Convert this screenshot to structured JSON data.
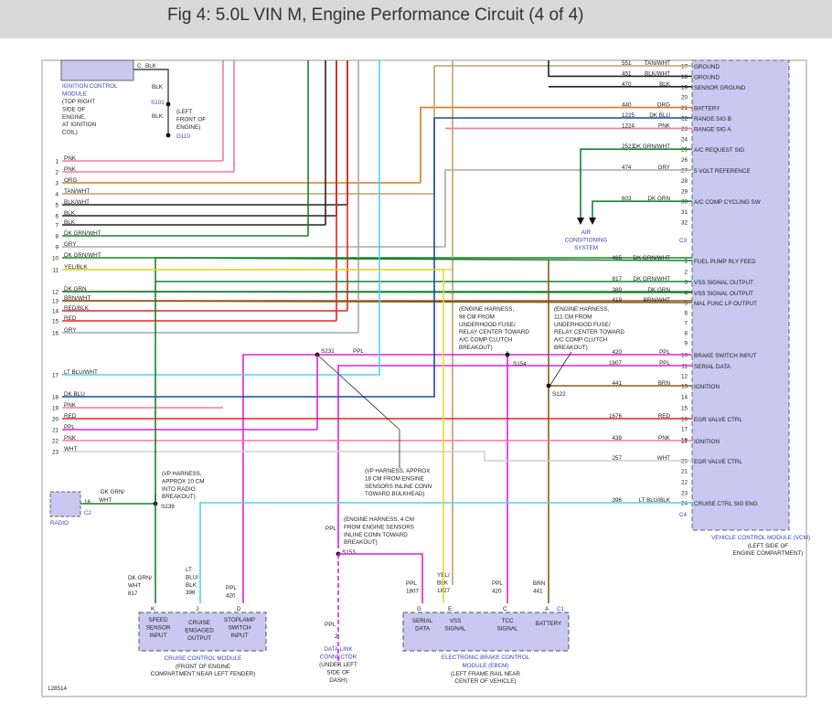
{
  "title": "Fig 4: 5.0L VIN M, Engine Performance Circuit (4 of 4)",
  "colors": {
    "pink": "#f07ca0",
    "orange": "#e07818",
    "tan": "#c0a070",
    "black": "#222222",
    "darkgreen": "#18822e",
    "gray": "#a8a8a8",
    "yellow": "#e8d830",
    "red": "#ee2020",
    "brown": "#8b5a1c",
    "blue": "#1c4a9c",
    "purple": "#e020e0",
    "cyan": "#48d8e8",
    "module": "#c8c8f0"
  },
  "left_pins": [
    {
      "n": "1",
      "c": "PNK"
    },
    {
      "n": "2",
      "c": "PNK"
    },
    {
      "n": "3",
      "c": "ORG"
    },
    {
      "n": "4",
      "c": "TAN/WHT"
    },
    {
      "n": "5",
      "c": "BLK/WHT"
    },
    {
      "n": "6",
      "c": "BLK"
    },
    {
      "n": "7",
      "c": "BLK"
    },
    {
      "n": "8",
      "c": "DK GRN/WHT"
    },
    {
      "n": "9",
      "c": "GRY"
    },
    {
      "n": "10",
      "c": "DK GRN/WHT"
    },
    {
      "n": "11",
      "c": "YEL/BLK"
    },
    {
      "n": "12",
      "c": "DK GRN"
    },
    {
      "n": "13",
      "c": "BRN/WHT"
    },
    {
      "n": "14",
      "c": "RED/BLK"
    },
    {
      "n": "15",
      "c": "RED"
    },
    {
      "n": "16",
      "c": "GRY"
    },
    {
      "n": "17",
      "c": "LT BLU/WHT"
    },
    {
      "n": "18",
      "c": "DK BLU"
    },
    {
      "n": "19",
      "c": "PNK"
    },
    {
      "n": "20",
      "c": "RED"
    },
    {
      "n": "21",
      "c": "PPL"
    },
    {
      "n": "22",
      "c": "PNK"
    },
    {
      "n": "23",
      "c": "WHT"
    }
  ],
  "c3": [
    {
      "pin": "17",
      "circ": "551",
      "col": "TAN/WHT",
      "fn": "GROUND"
    },
    {
      "pin": "18",
      "circ": "451",
      "col": "BLK/WHT",
      "fn": "GROUND"
    },
    {
      "pin": "19",
      "circ": "470",
      "col": "BLK",
      "fn": "SENSOR GROUND"
    },
    {
      "pin": "20",
      "circ": "",
      "col": "",
      "fn": ""
    },
    {
      "pin": "21",
      "circ": "440",
      "col": "ORG",
      "fn": "BATTERY"
    },
    {
      "pin": "22",
      "circ": "1225",
      "col": "DK BLU",
      "fn": "RANGE SIG B"
    },
    {
      "pin": "23",
      "circ": "1224",
      "col": "PNK",
      "fn": "RANGE SIG A"
    },
    {
      "pin": "24",
      "circ": "",
      "col": "",
      "fn": ""
    },
    {
      "pin": "25",
      "circ": "2523",
      "col": "DK GRN/WHT",
      "fn": "A/C REQUEST SIG"
    },
    {
      "pin": "26",
      "circ": "",
      "col": "",
      "fn": ""
    },
    {
      "pin": "27",
      "circ": "474",
      "col": "GRY",
      "fn": "5 VOLT REFERENCE"
    },
    {
      "pin": "28",
      "circ": "",
      "col": "",
      "fn": ""
    },
    {
      "pin": "29",
      "circ": "",
      "col": "",
      "fn": ""
    },
    {
      "pin": "30",
      "circ": "603",
      "col": "DK GRN",
      "fn": "A/C COMP CYCLING SW"
    },
    {
      "pin": "31",
      "circ": "",
      "col": "",
      "fn": ""
    },
    {
      "pin": "32",
      "circ": "",
      "col": "",
      "fn": ""
    }
  ],
  "c4": [
    {
      "pin": "1",
      "circ": "465",
      "col": "DK GRN/WHT",
      "fn": "FUEL PUMP RLY FEED"
    },
    {
      "pin": "2",
      "circ": "",
      "col": "",
      "fn": ""
    },
    {
      "pin": "3",
      "circ": "817",
      "col": "DK GRN/WHT",
      "fn": "VSS SIGNAL OUTPUT"
    },
    {
      "pin": "4",
      "circ": "389",
      "col": "DK GRN",
      "fn": "VSS SIGNAL OUTPUT"
    },
    {
      "pin": "5",
      "circ": "419",
      "col": "BRN/WHT",
      "fn": "MAL FUNC LP OUTPUT"
    },
    {
      "pin": "6",
      "circ": "",
      "col": "",
      "fn": ""
    },
    {
      "pin": "7",
      "circ": "",
      "col": "",
      "fn": ""
    },
    {
      "pin": "8",
      "circ": "",
      "col": "",
      "fn": ""
    },
    {
      "pin": "9",
      "circ": "",
      "col": "",
      "fn": ""
    },
    {
      "pin": "10",
      "circ": "420",
      "col": "PPL",
      "fn": "BRAKE SWITCH INPUT"
    },
    {
      "pin": "11",
      "circ": "1807",
      "col": "PPL",
      "fn": "SERIAL DATA"
    },
    {
      "pin": "13",
      "circ": "441",
      "col": "BRN",
      "fn": "IGNITION"
    },
    {
      "pin": "14",
      "circ": "",
      "col": "",
      "fn": ""
    },
    {
      "pin": "15",
      "circ": "",
      "col": "",
      "fn": ""
    },
    {
      "pin": "16",
      "circ": "1676",
      "col": "RED",
      "fn": "EGR VALVE CTRL"
    },
    {
      "pin": "17",
      "circ": "",
      "col": "",
      "fn": ""
    },
    {
      "pin": "19",
      "circ": "439",
      "col": "PNK",
      "fn": "IGNITION"
    },
    {
      "pin": "20",
      "circ": "257",
      "col": "WHT",
      "fn": "EGR VALVE CTRL"
    },
    {
      "pin": "21",
      "circ": "",
      "col": "",
      "fn": ""
    },
    {
      "pin": "22",
      "circ": "",
      "col": "",
      "fn": ""
    },
    {
      "pin": "23",
      "circ": "",
      "col": "",
      "fn": ""
    },
    {
      "pin": "24",
      "circ": "396",
      "col": "LT BLU/BLK",
      "fn": "CRUISE CTRL SIG ENG"
    }
  ],
  "c4_unlisted": [
    "12",
    "18"
  ],
  "conn": {
    "c3": "C3",
    "c4": "C4",
    "c1": "C1",
    "c2": "C2"
  },
  "ignition_module": {
    "c": "C",
    "col": "BLK",
    "l1": "IGNITION CONTROL",
    "l2": "MODULE",
    "l3": "(TOP RIGHT",
    "l4": "SIDE OF",
    "l5": "ENGINE,",
    "l6": "AT IGNITION",
    "l7": "COIL)"
  },
  "ground": {
    "blk1": "BLK",
    "s101": "S101",
    "blk2": "BLK",
    "g110": "G110",
    "l1": "(LEFT",
    "l2": "FRONT OF",
    "l3": "ENGINE)"
  },
  "ac": {
    "l1": "AIR",
    "l2": "CONDITIONING",
    "l3": "SYSTEM"
  },
  "vcm": {
    "l1": "VEHICLE CONTROL MODULE (VCM)",
    "l2": "(LEFT SIDE OF",
    "l3": "ENGINE COMPARTMENT)"
  },
  "notes": {
    "n98": [
      "(ENGINE HARNESS,",
      "98 CM FROM",
      "UNDERHOOD FUSE/",
      "RELAY CENTER TOWARD",
      "A/C COMP CLUTCH",
      "BREAKOUT)"
    ],
    "n111": [
      "(ENGINE HARNESS,",
      "111 CM FROM",
      "UNDERHOOD FUSE/",
      "RELAY CENTER TOWARD",
      "A/C COMP CLUTCH",
      "BREAKOUT)"
    ],
    "n10": [
      "(I/P HARNESS,",
      "APPROX 10 CM",
      "INTO RADIO",
      "BREAKOUT)"
    ],
    "n18": [
      "(I/P HARNESS, APPROX",
      "18 CM FROM ENGINE",
      "SENSORS INLINE CONN",
      "TOWARD BULKHEAD)"
    ],
    "n4": [
      "(ENGINE HARNESS, 4 CM",
      "FROM ENGINE SENSORS",
      "INLINE CONN TOWARD",
      "BREAKOUT)"
    ]
  },
  "splices": {
    "s231": "S231",
    "s231_col": "PPL",
    "s154": "S154",
    "s122": "S122",
    "s239": "S239",
    "s153": "S153"
  },
  "radio": {
    "label": "RADIO",
    "pin": "16",
    "col1": "DK GRN/",
    "col2": "WHT"
  },
  "cruise": {
    "w1": [
      "DK GRN/",
      "WHT",
      "817",
      "K"
    ],
    "w2": [
      "LT",
      "BLU/",
      "BLK",
      "396",
      "J"
    ],
    "w3": [
      "PPL",
      "420",
      "D"
    ],
    "p1": [
      "SPEED",
      "SENSOR",
      "INPUT"
    ],
    "p2": [
      "CRUISE",
      "ENGAGED",
      "OUTPUT"
    ],
    "p3": [
      "STOPLAMP",
      "SWITCH",
      "INPUT"
    ],
    "name": "CRUISE CONTROL MODULE",
    "loc": "(FRONT OF ENGINE",
    "loc2": "COMPARTMENT NEAR LEFT FENDER)"
  },
  "ebcm": {
    "w1": [
      "PPL",
      "1807",
      "G"
    ],
    "w2": [
      "YEL/",
      "BLK",
      "1827",
      "E"
    ],
    "w3": [
      "PPL",
      "420",
      "C"
    ],
    "w4": [
      "BRN",
      "441",
      "A"
    ],
    "p1": [
      "SERIAL",
      "DATA"
    ],
    "p2": [
      "VSS",
      "SIGNAL"
    ],
    "p3": [
      "TCC",
      "SIGNAL"
    ],
    "p4": [
      "BATTERY"
    ],
    "name": "ELECTRONIC BRAKE CONTROL",
    "name2": "MODULE (EBCM)",
    "loc": "(LEFT FRAME RAIL NEAR",
    "loc2": "CENTER OF VEHICLE)"
  },
  "dlc": {
    "ppl1": "PPL",
    "ppl2": "PPL",
    "pin": "2",
    "l1": "DATA LINK",
    "l2": "CONNECTOR",
    "l3": "(UNDER LEFT",
    "l4": "SIDE OF",
    "l5": "DASH)"
  },
  "fig_id": "128514"
}
